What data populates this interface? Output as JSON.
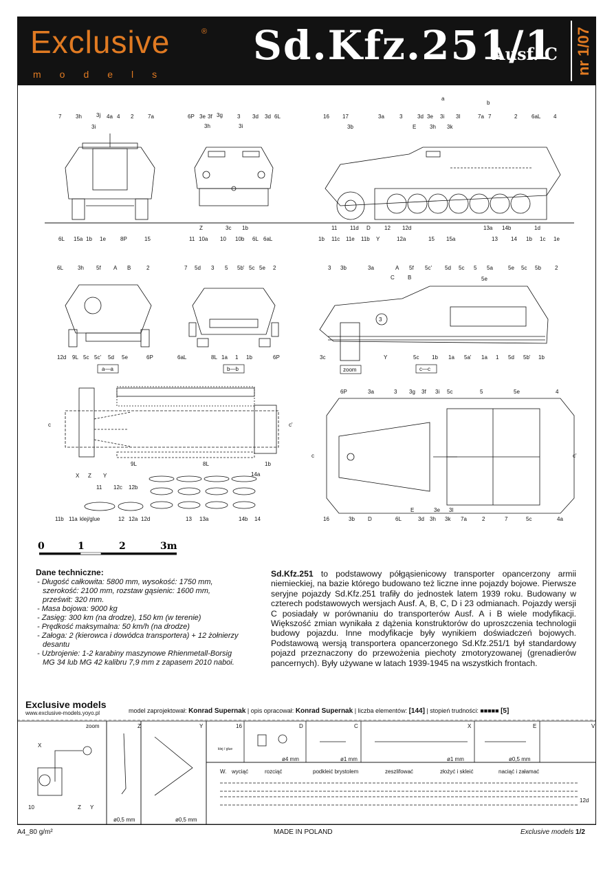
{
  "header": {
    "logo_word": "Exclusive",
    "logo_sub": "models",
    "logo_reg": "®",
    "title": "Sd.Kfz.251/1",
    "title_sub": "Ausf. C",
    "issue": "nr 1/07"
  },
  "scale": {
    "ticks": [
      "0",
      "1",
      "2",
      "3m"
    ]
  },
  "views": {
    "front_labels_top": [
      "7",
      "3h",
      "3j",
      "4a",
      "4",
      "2",
      "7a",
      "3i"
    ],
    "front_labels_bottom": [
      "6L",
      "15a",
      "1b",
      "1e",
      "8P",
      "15"
    ],
    "rear_labels_top": [
      "6P",
      "3e",
      "3f",
      "3g",
      "3",
      "3d",
      "3d",
      "6L",
      "3h",
      "3i"
    ],
    "rear_labels_bottom": [
      "Z",
      "3c",
      "1b",
      "11",
      "10a",
      "10",
      "10b",
      "6L",
      "6aL"
    ],
    "side_labels_top": [
      "16",
      "17",
      "3a",
      "3",
      "3d",
      "3e",
      "3i",
      "3l",
      "7a",
      "7",
      "2",
      "6aL",
      "4",
      "3b",
      "E",
      "3h",
      "3k"
    ],
    "side_labels_bottom": [
      "11",
      "11d",
      "D",
      "12",
      "12d",
      "13a",
      "14b",
      "1d",
      "1b",
      "11c",
      "11e",
      "11b",
      "Y",
      "12a",
      "15",
      "15a",
      "13",
      "14",
      "1b",
      "1c",
      "1e"
    ],
    "section_aa_top": [
      "6L",
      "3h",
      "5f",
      "A",
      "B",
      "2"
    ],
    "section_aa_bottom": [
      "12d",
      "9L",
      "5c",
      "5c'",
      "5d",
      "5e",
      "6P"
    ],
    "section_aa_caption": "a—a",
    "section_bb_top": [
      "7",
      "5d",
      "3",
      "5",
      "5b'",
      "5c",
      "5e",
      "2"
    ],
    "section_bb_bottom": [
      "6aL",
      "8L",
      "1a",
      "1",
      "1b",
      "6P"
    ],
    "section_bb_caption": "b—b",
    "section_cc_top": [
      "3",
      "3b",
      "3a",
      "A",
      "5f",
      "5c'",
      "5d",
      "5c",
      "5",
      "5a",
      "5e",
      "5c",
      "5b",
      "2",
      "C",
      "B",
      "5e"
    ],
    "section_cc_bottom": [
      "3c",
      "Y",
      "5c",
      "1b",
      "1a",
      "5a'",
      "1a",
      "1",
      "5d",
      "5b'",
      "1b"
    ],
    "section_cc_caption": "c—c",
    "zoom_label": "zoom",
    "circle_label": "3",
    "chassis_labels": [
      "X",
      "Z",
      "Y",
      "9L",
      "8L",
      "1b",
      "c",
      "c'"
    ],
    "top_labels_top": [
      "6P",
      "3a",
      "3",
      "3g",
      "3f",
      "3i",
      "5c",
      "5",
      "5e",
      "4"
    ],
    "top_labels_bottom": [
      "16",
      "3b",
      "D",
      "6L",
      "E",
      "3e",
      "3l",
      "3d",
      "3h",
      "3k",
      "7a",
      "2",
      "7",
      "5c",
      "4a"
    ],
    "wheel_labels": [
      "11",
      "12c",
      "12b",
      "14a",
      "11b",
      "11a",
      "klej/glue",
      "12",
      "12a",
      "12d",
      "13",
      "13a",
      "14b",
      "14"
    ],
    "section_markers": [
      "a",
      "b",
      "c",
      "c'"
    ]
  },
  "tech": {
    "heading": "Dane techniczne:",
    "items": [
      "- Długość całkowita: 5800 mm, wysokość: 1750 mm, szerokość: 2100 mm, rozstaw gąsienic: 1600 mm, prześwit: 320 mm.",
      "- Masa bojowa: 9000 kg",
      "- Zasięg: 300 km (na drodze), 150 km (w terenie)",
      "- Prędkość maksymalna: 50 km/h (na drodze)",
      "- Załoga: 2 (kierowca i dowódca transportera) + 12 żołnierzy desantu",
      "- Uzbrojenie: 1-2 karabiny maszynowe Rhienmetall-Borsig MG 34 lub MG 42 kalibru 7,9 mm z zapasem 2010 naboi."
    ]
  },
  "desc": {
    "lead": "Sd.Kfz.251",
    "text": " to podstawowy półgąsienicowy transporter opancerzony armii niemieckiej, na bazie którego budowano też liczne inne pojazdy bojowe. Pierwsze seryjne pojazdy Sd.Kfz.251 trafiły do jednostek latem 1939 roku. Budowany w czterech podstawowych wersjach  Ausf. A, B, C, D i 23 odmianach. Pojazdy wersji C posiadały w porównaniu do transporterów Ausf. A i B wiele modyfikacji. Większość zmian wynikała z dążenia konstruktorów do uproszczenia technologii budowy pojazdu. Inne modyfikacje były wynikiem doświadczeń bojowych. Podstawową wersją transportera opancerzonego Sd.Kfz.251/1 był standardowy pojazd przeznaczony do przewożenia piechoty zmotoryzowanej (grenadierów pancernych). Były używane w latach 1939-1945 na wszystkich frontach."
  },
  "brand": {
    "name": "Exclusive models",
    "url": "www.exclusive-models.yoyo.pl"
  },
  "meta": {
    "designer_label": "model zaprojektował:",
    "designer": "Konrad Supernak",
    "desc_label": "opis opracował:",
    "desc_author": "Konrad Supernak",
    "count_label": "liczba elementów:",
    "count": "[144]",
    "difficulty_label": "stopień trudności:",
    "difficulty": "[5]"
  },
  "parts": {
    "cells": [
      "zoom",
      "Z",
      "Y",
      "16",
      "D",
      "C",
      "X",
      "E",
      "V"
    ],
    "zoom_labels": [
      "X",
      "10",
      "Z",
      "Y"
    ],
    "sizes": [
      "ø0,5 mm",
      "ø0,5 mm",
      "ø4 mm",
      "ø1 mm",
      "ø1 mm",
      "ø0,5 mm"
    ],
    "glue": "klej / glue",
    "legend": [
      "W.",
      "wyciąć",
      "rozciąć",
      "podkleić brystolem",
      "zeszlifować",
      "złożyć i skleić",
      "naciąć i załamać"
    ],
    "strip_label": "12d"
  },
  "footer": {
    "paper": "A4_80 g/m²",
    "made": "MADE IN POLAND",
    "brand": "Exclusive models",
    "page": "1/2"
  }
}
